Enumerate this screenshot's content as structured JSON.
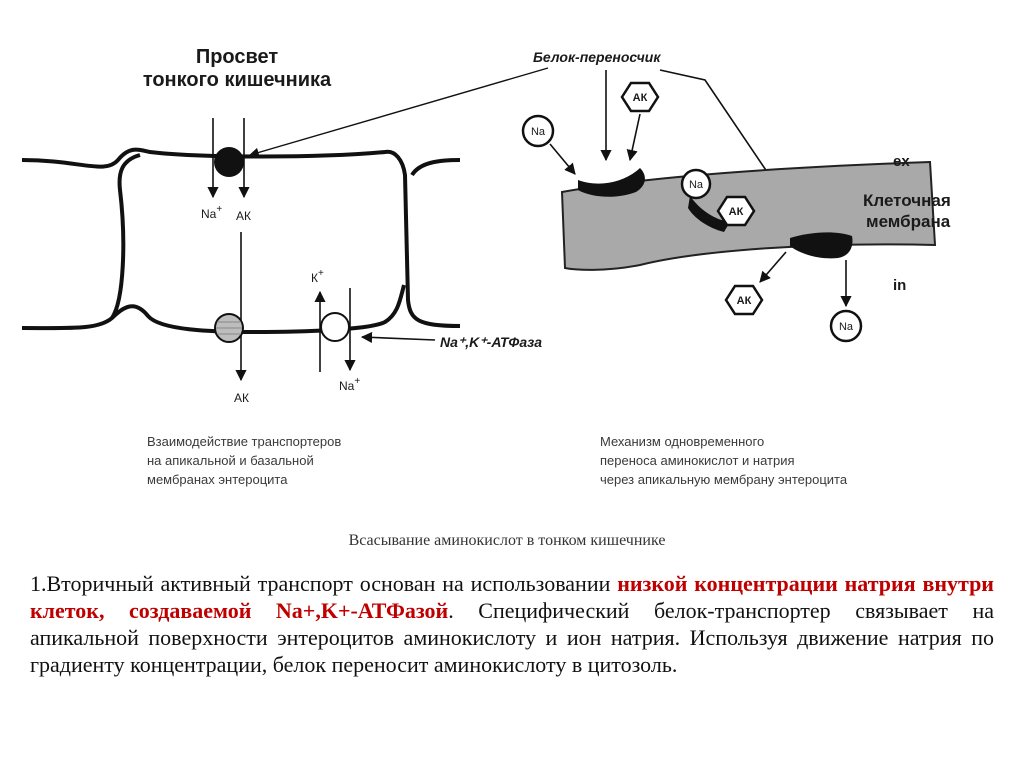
{
  "left_panel": {
    "title_line1": "Просвет",
    "title_line2": "тонкого кишечника",
    "na_top": "Na",
    "ak_top": "АК",
    "k_label": "К",
    "ak_bottom": "АК",
    "na_bottom": "Na",
    "plus": "+",
    "atpase_label": "Na⁺,K⁺-АТФаза",
    "caption_line1": "Взаимодействие транспортеров",
    "caption_line2": "на апикальной и базальной",
    "caption_line3": "мембранах энтероцита"
  },
  "right_panel": {
    "carrier_label": "Белок-переносчик",
    "ak_label": "АК",
    "na_label": "Na",
    "ex_label": "ex",
    "in_label": "in",
    "membrane_line1": "Клеточная",
    "membrane_line2": "мембрана",
    "caption_line1": "Механизм одновременного",
    "caption_line2": "переноса аминокислот и натрия",
    "caption_line3": "через апикальную мембрану энтероцита"
  },
  "figure_caption": "Всасывание аминокислот в тонком кишечнике",
  "paragraph": {
    "part1": "1.Вторичный активный транспорт основан на использовании ",
    "highlight": "низкой концентрации натрия внутри клеток, создаваемой Na+,K+-АТФазой",
    "part2": ". Специфический белок-транспортер связывает на апикальной поверхности энтероцитов аминокислоту и ион натрия. Используя движение натрия по градиенту концентрации, белок переносит аминокислоту в цитозоль."
  },
  "colors": {
    "highlight": "#c00000",
    "membrane_fill": "#a9a9a9",
    "carrier": "#111111"
  }
}
